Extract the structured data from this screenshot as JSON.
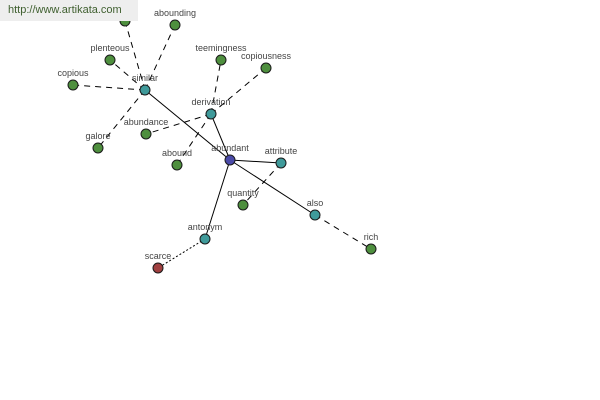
{
  "watermark": "http://www.artikata.com",
  "colors": {
    "center": "#4a4aa8",
    "relation": "#3f9a9a",
    "synonym": "#4e8f3e",
    "antonym": "#a04040"
  },
  "nodes": [
    {
      "id": "abundant",
      "label": "abundant",
      "kind": "center"
    },
    {
      "id": "similar",
      "label": "similar",
      "kind": "relation"
    },
    {
      "id": "derivation",
      "label": "derivation",
      "kind": "relation"
    },
    {
      "id": "attribute",
      "label": "attribute",
      "kind": "relation"
    },
    {
      "id": "also",
      "label": "also",
      "kind": "relation"
    },
    {
      "id": "antonym",
      "label": "antonym",
      "kind": "relation"
    },
    {
      "id": "hidden",
      "label": "",
      "kind": "synonym"
    },
    {
      "id": "abounding",
      "label": "abounding",
      "kind": "synonym"
    },
    {
      "id": "plenteous",
      "label": "plenteous",
      "kind": "synonym"
    },
    {
      "id": "copious",
      "label": "copious",
      "kind": "synonym"
    },
    {
      "id": "galore",
      "label": "galore",
      "kind": "synonym"
    },
    {
      "id": "teemingness",
      "label": "teemingness",
      "kind": "synonym"
    },
    {
      "id": "copiousness",
      "label": "copiousness",
      "kind": "synonym"
    },
    {
      "id": "abundance",
      "label": "abundance",
      "kind": "synonym"
    },
    {
      "id": "abound",
      "label": "abound",
      "kind": "synonym"
    },
    {
      "id": "quantity",
      "label": "quantity",
      "kind": "synonym"
    },
    {
      "id": "rich",
      "label": "rich",
      "kind": "synonym"
    },
    {
      "id": "scarce",
      "label": "scarce",
      "kind": "antonym"
    }
  ],
  "edges": [
    {
      "from": "abundant",
      "to": "similar",
      "style": "solid"
    },
    {
      "from": "abundant",
      "to": "derivation",
      "style": "solid"
    },
    {
      "from": "abundant",
      "to": "attribute",
      "style": "solid"
    },
    {
      "from": "abundant",
      "to": "also",
      "style": "solid"
    },
    {
      "from": "abundant",
      "to": "antonym",
      "style": "solid"
    },
    {
      "from": "similar",
      "to": "hidden",
      "style": "dashed"
    },
    {
      "from": "similar",
      "to": "abounding",
      "style": "dashed"
    },
    {
      "from": "similar",
      "to": "plenteous",
      "style": "dashed"
    },
    {
      "from": "similar",
      "to": "copious",
      "style": "dashed"
    },
    {
      "from": "similar",
      "to": "galore",
      "style": "dashed"
    },
    {
      "from": "derivation",
      "to": "teemingness",
      "style": "dashed"
    },
    {
      "from": "derivation",
      "to": "copiousness",
      "style": "dashed"
    },
    {
      "from": "derivation",
      "to": "abundance",
      "style": "dashed"
    },
    {
      "from": "derivation",
      "to": "abound",
      "style": "dashed"
    },
    {
      "from": "attribute",
      "to": "quantity",
      "style": "dashed"
    },
    {
      "from": "also",
      "to": "rich",
      "style": "dashed"
    },
    {
      "from": "antonym",
      "to": "scarce",
      "style": "dotted"
    }
  ]
}
